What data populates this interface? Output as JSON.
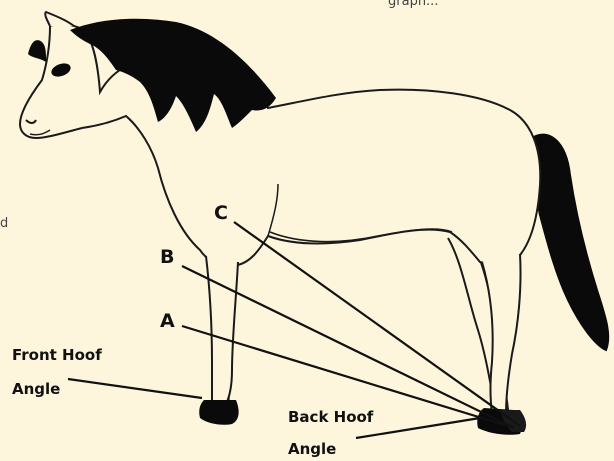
{
  "colors": {
    "background": "#fdf5dc",
    "body_fill": "#fdf5dc",
    "outline": "#1a1a1a",
    "mane_tail": "#0a0a0a"
  },
  "labels": {
    "a": "A",
    "b": "B",
    "c": "C",
    "front_hoof_line1": "Front Hoof",
    "front_hoof_line2": "Angle",
    "back_hoof_line1": "Back Hoof",
    "back_hoof_line2": "Angle"
  },
  "cropped_text": {
    "top": "graph...",
    "left": "d"
  }
}
